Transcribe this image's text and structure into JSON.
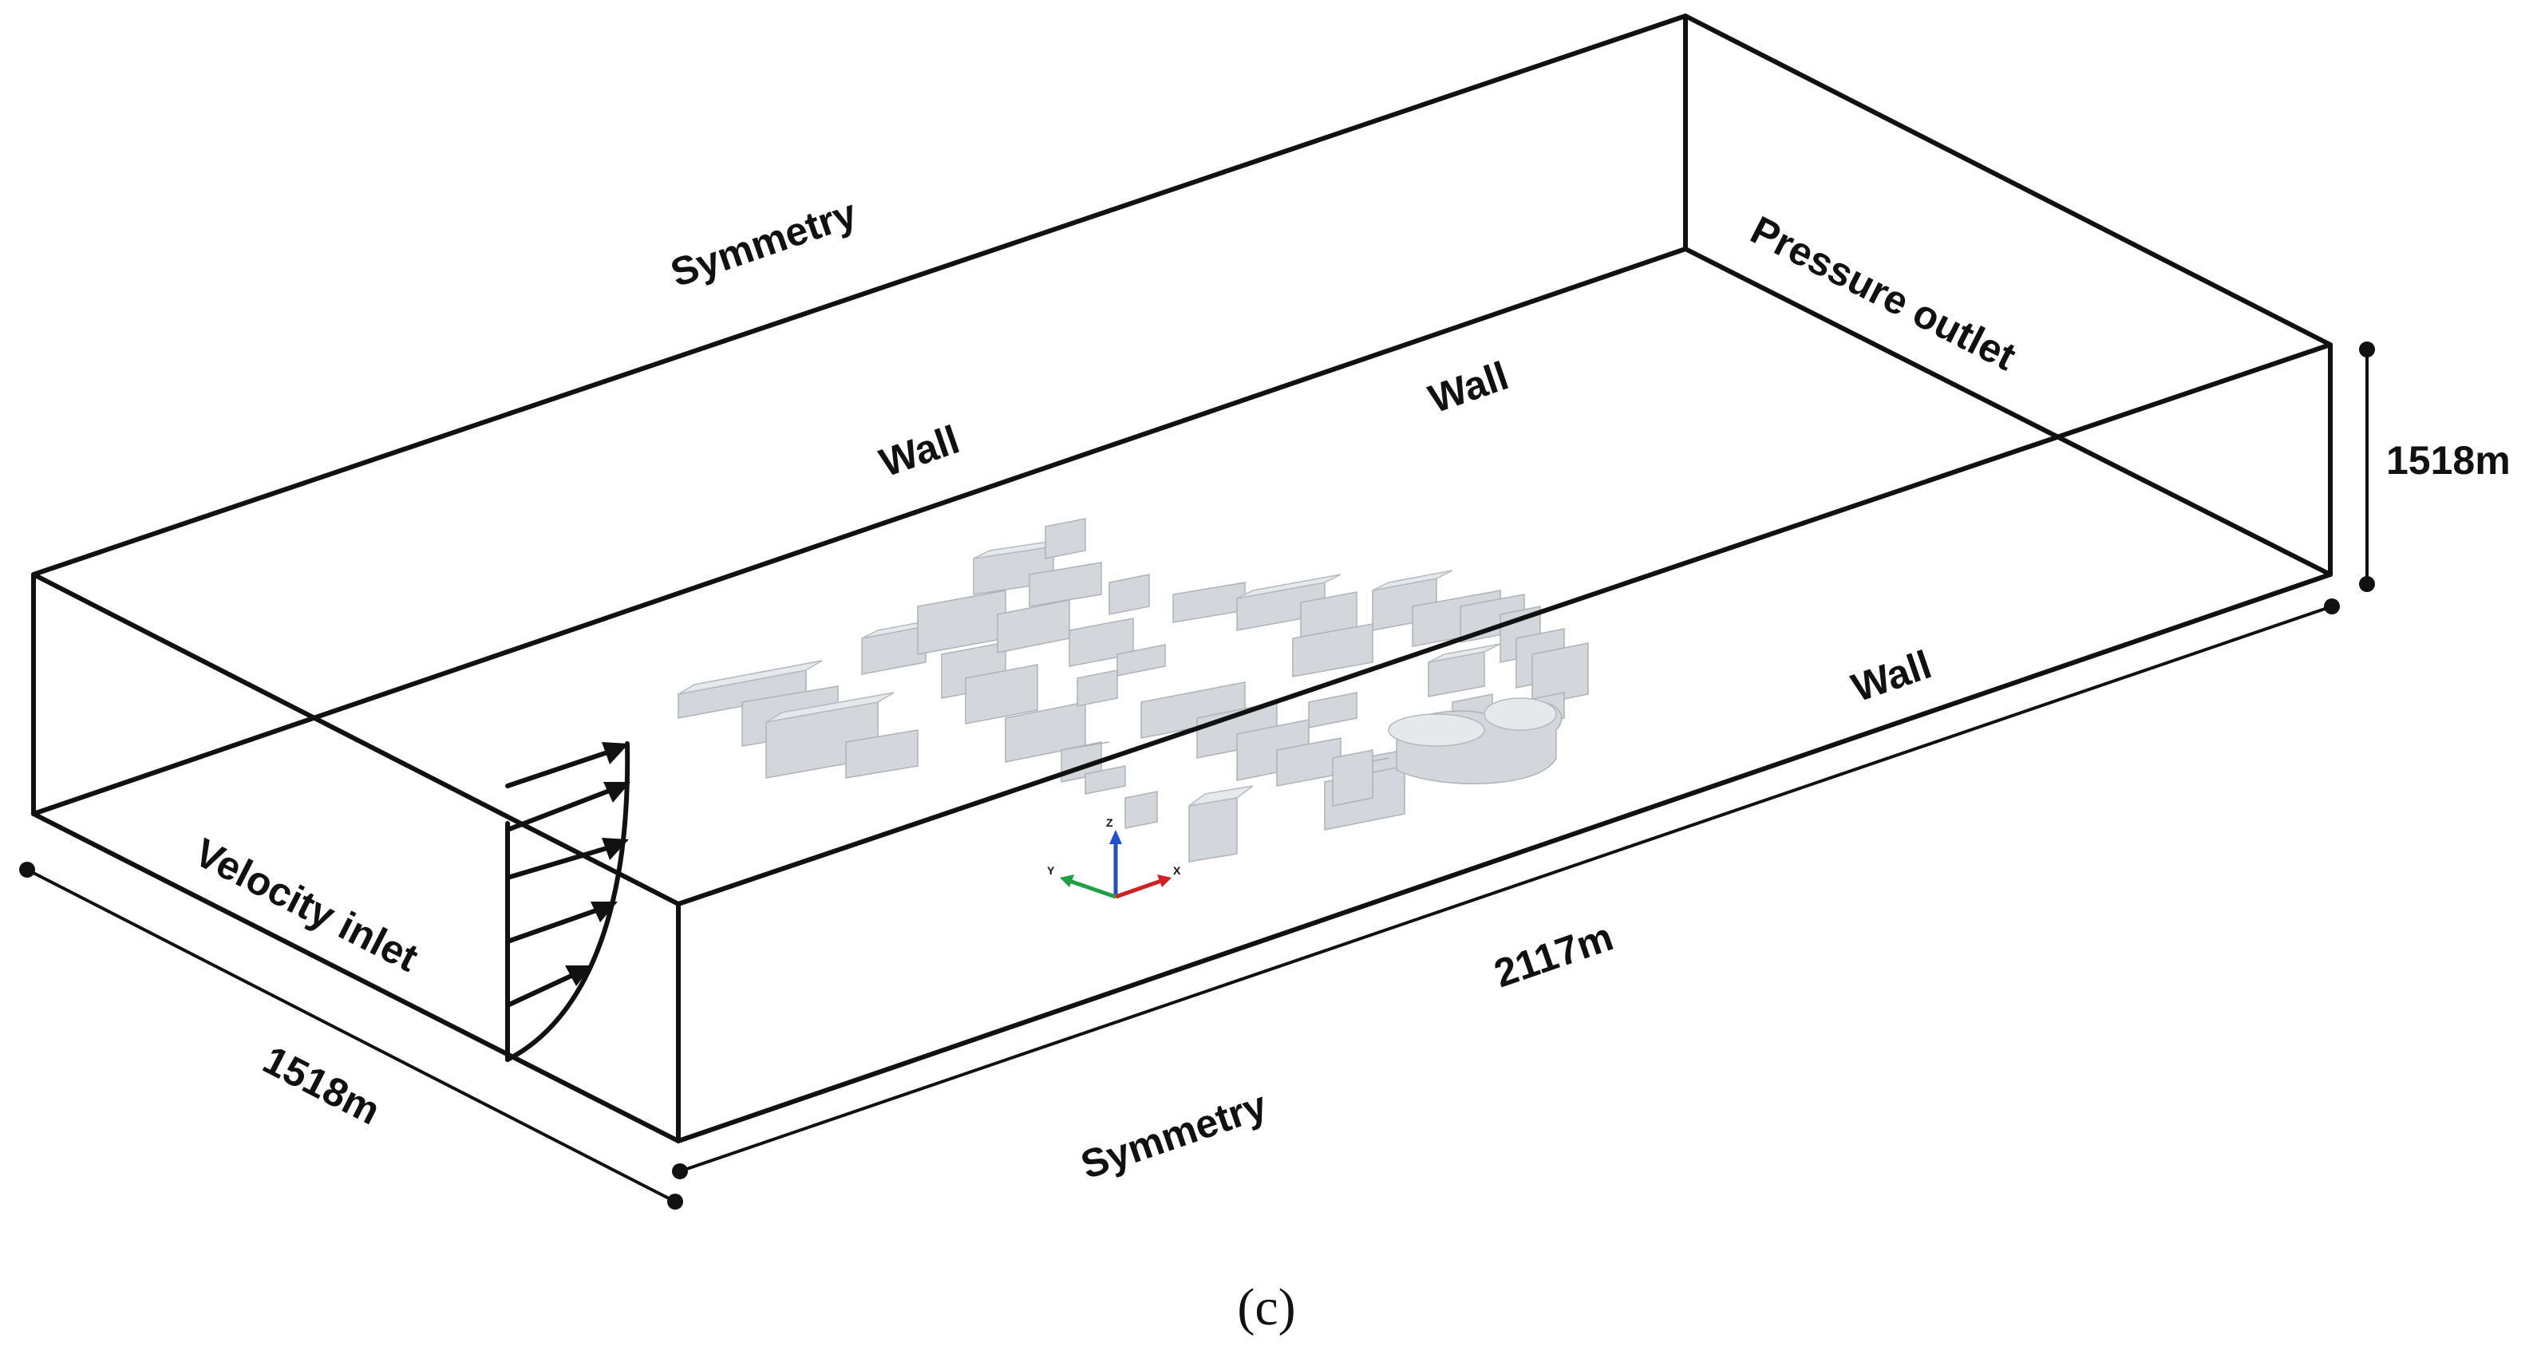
{
  "figure": {
    "caption": "(c)",
    "boundaries": {
      "top": "Symmetry",
      "bottom": "Symmetry",
      "back_wall_left": "Wall",
      "back_wall_right": "Wall",
      "front_wall": "Wall",
      "inlet": "Velocity inlet",
      "outlet": "Pressure outlet"
    },
    "dimensions": {
      "height": "1518m",
      "width": "1518m",
      "length": "2117m"
    },
    "axes": {
      "x": "X",
      "y": "Y",
      "z": "Z"
    },
    "colors": {
      "edges": "#111111",
      "buildings": "#d3d7dc",
      "axis_x": "#d02020",
      "axis_y": "#20a040",
      "axis_z": "#2050d0"
    }
  }
}
